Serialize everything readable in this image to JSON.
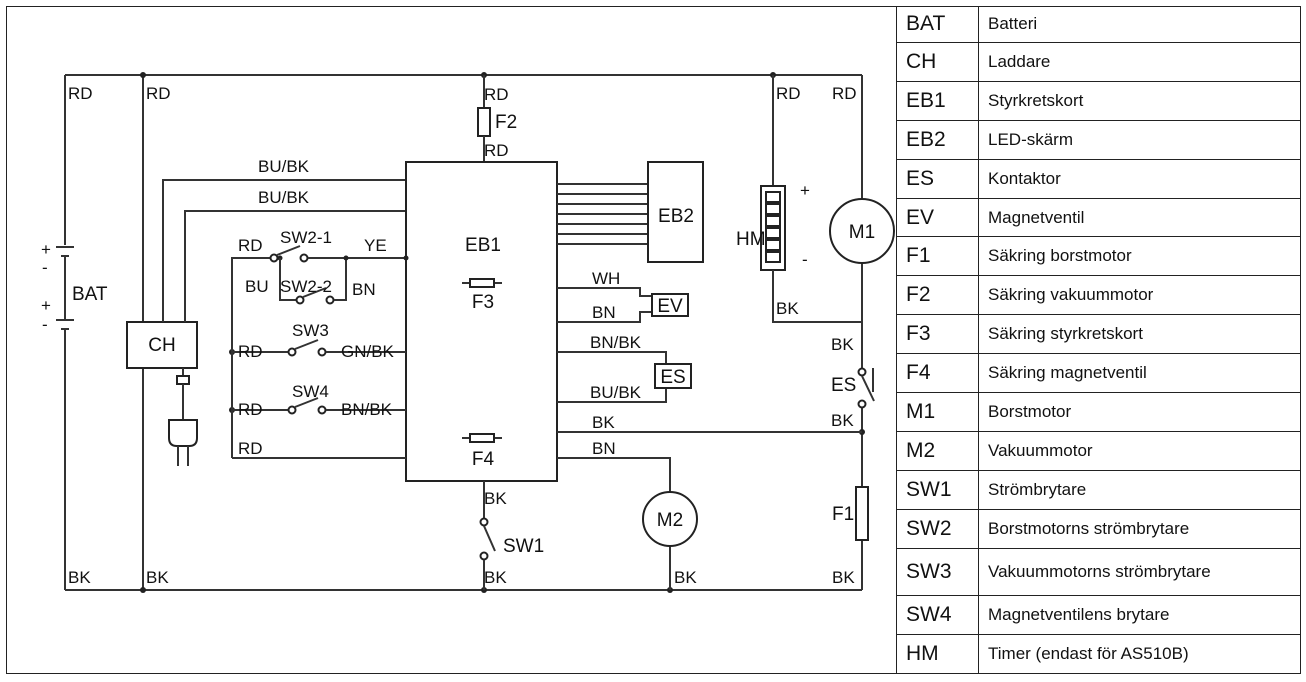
{
  "diagram": {
    "wire_labels": {
      "rd_left_rail": "RD",
      "rd_ch_rail": "RD",
      "rd_f2_top": "RD",
      "rd_f2_bottom": "RD",
      "rd_hm": "RD",
      "rd_m1": "RD",
      "bu_bk_1": "BU/BK",
      "bu_bk_2": "BU/BK",
      "rd_sw2": "RD",
      "bu_sw2": "BU",
      "ye_sw2": "YE",
      "bn_sw2": "BN",
      "rd_sw3": "RD",
      "gn_bk_sw3": "GN/BK",
      "rd_sw4": "RD",
      "bn_bk_sw4": "BN/BK",
      "rd_bottom": "RD",
      "wh_ev": "WH",
      "bn_ev": "BN",
      "bn_bk_es": "BN/BK",
      "bu_bk_es": "BU/BK",
      "bk_eb1_mid": "BK",
      "bn_m2": "BN",
      "bk_eb1_below": "BK",
      "bk_sw1_bottom": "BK",
      "bk_m2_bottom": "BK",
      "bk_bottom_left": "BK",
      "bk_bottom_ch": "BK",
      "bk_bottom_right": "BK",
      "bk_hm": "BK",
      "bk_right_upper": "BK",
      "bk_right_lower": "BK",
      "plus_1": "+",
      "minus_1": "-",
      "plus_2": "+",
      "minus_2": "-",
      "hm_plus": "+",
      "hm_minus": "-"
    },
    "components": {
      "bat": "BAT",
      "ch": "CH",
      "eb1": "EB1",
      "eb2": "EB2",
      "f2": "F2",
      "f3": "F3",
      "f4": "F4",
      "f1": "F1",
      "hm": "HM",
      "m1": "M1",
      "m2": "M2",
      "ev": "EV",
      "es_box": "ES",
      "es_switch": "ES",
      "sw1": "SW1",
      "sw2_1": "SW2-1",
      "sw2_2": "SW2-2",
      "sw3": "SW3",
      "sw4": "SW4"
    }
  },
  "legend": [
    {
      "code": "BAT",
      "desc": "Batteri"
    },
    {
      "code": "CH",
      "desc": "Laddare"
    },
    {
      "code": "EB1",
      "desc": "Styrkretskort"
    },
    {
      "code": "EB2",
      "desc": "LED-skärm"
    },
    {
      "code": "ES",
      "desc": "Kontaktor"
    },
    {
      "code": "EV",
      "desc": "Magnetventil"
    },
    {
      "code": "F1",
      "desc": "Säkring borstmotor"
    },
    {
      "code": "F2",
      "desc": "Säkring vakuummotor"
    },
    {
      "code": "F3",
      "desc": "Säkring styrkretskort"
    },
    {
      "code": "F4",
      "desc": "Säkring magnetventil"
    },
    {
      "code": "M1",
      "desc": "Borstmotor"
    },
    {
      "code": "M2",
      "desc": "Vakuummotor"
    },
    {
      "code": "SW1",
      "desc": "Strömbrytare"
    },
    {
      "code": "SW2",
      "desc": "Borstmotorns strömbrytare"
    },
    {
      "code": "SW3",
      "desc": "Vakuummotorns strömbrytare"
    },
    {
      "code": "SW4",
      "desc": "Magnetventilens brytare"
    },
    {
      "code": "HM",
      "desc": "Timer (endast för AS510B)"
    }
  ]
}
